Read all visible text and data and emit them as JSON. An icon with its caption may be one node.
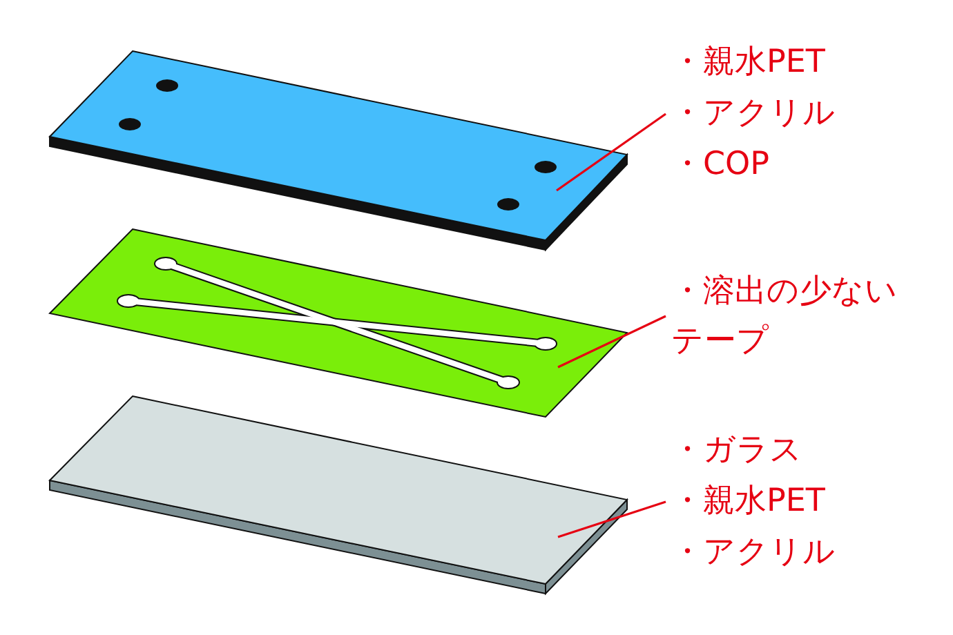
{
  "diagram": {
    "nodes": [
      {
        "text": [],
        "shape": "box"
      },
      {
        "text": [
          "・親水PET",
          "・アクリル",
          "・COP"
        ]
      },
      {
        "text": [],
        "shape": "box"
      },
      {
        "text": [
          "・溶出の少ないテープ"
        ]
      },
      {
        "text": [],
        "shape": "box"
      },
      {
        "text": [
          "・ガラス",
          "・親水PET",
          "・アクリル"
        ]
      }
    ],
    "edges": [
      {
        "from": 1,
        "to": 0,
        "arrow": "none"
      },
      {
        "from": 3,
        "to": 2,
        "arrow": "none"
      },
      {
        "from": 5,
        "to": 4,
        "arrow": "none"
      }
    ]
  }
}
